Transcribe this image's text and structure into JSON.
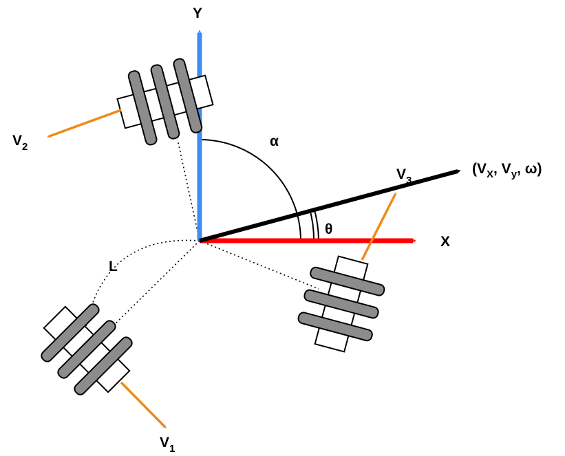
{
  "labels": {
    "x_axis": "X",
    "y_axis": "Y",
    "alpha": "α",
    "theta": "θ",
    "length": "L",
    "v1": "V",
    "v1_sub": "1",
    "v2": "V",
    "v2_sub": "2",
    "v3": "V",
    "v3_sub": "3",
    "velocity_vector_open": "(V",
    "velocity_vx_sub": "X",
    "velocity_sep1": ", V",
    "velocity_vy_sub": "y",
    "velocity_close": ", ω)"
  },
  "colors": {
    "x_axis": "#ff0000",
    "y_axis": "#3d8ef0",
    "velocity_vector": "#000000",
    "wheel_velocity": "#f08a16",
    "wheel_roller": "#8c8c8c",
    "wheel_body": "#ffffff",
    "stroke": "#000000"
  }
}
